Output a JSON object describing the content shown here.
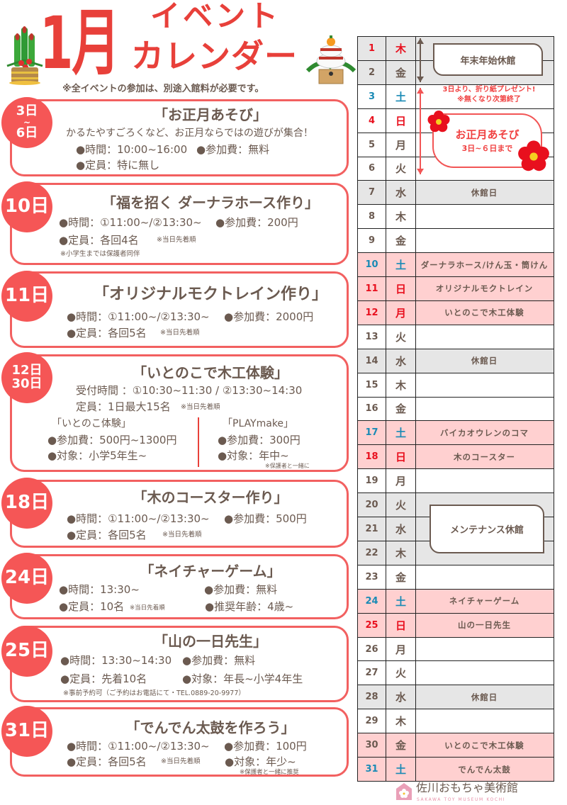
{
  "header": {
    "month": "1月",
    "title_line1": "イベント",
    "title_line2": "カレンダー",
    "notice": "※全イベントの参加は、別途入館料が必要です。"
  },
  "colors": {
    "accent_red": "#e8403a",
    "badge": "#f55656",
    "text_brown": "#6b5a50",
    "closed_gray": "#e6e6e6",
    "event_pink": "#ffd0d0",
    "saturday_blue": "#1a8ab5",
    "sunday_red": "#e8101e"
  },
  "events": [
    {
      "badge": [
        "3日",
        "~",
        "6日"
      ],
      "title": "「お正月あそび」",
      "desc": "かるたやすごろくなど、お正月ならではの遊びが集合！",
      "time": "●時間：10:00~16:00",
      "fee": "●参加費：無料",
      "capacity": "●定員：特に無し"
    },
    {
      "badge": [
        "10日"
      ],
      "title": "「福を招く ダーナラホース作り」",
      "time": "●時間：①11:00~/②13:30~",
      "fee": "●参加費：200円",
      "capacity": "●定員：各回4名",
      "capacity_note": "※当日先着順",
      "note": "※小学生までは保護者同伴"
    },
    {
      "badge": [
        "11日"
      ],
      "title": "「オリジナルモクトレイン作り」",
      "time": "●時間：①11:00~/②13:30~",
      "fee": "●参加費：2000円",
      "capacity": "●定員：各回5名",
      "capacity_note": "※当日先着順"
    },
    {
      "badge": [
        "12日",
        "30日"
      ],
      "title": "「いとのこで木工体験」",
      "reception": "受付時間 ：①10:30~11:30 / ②13:30~14:30",
      "capacity": "定員：1日最大15名",
      "capacity_note": "※当日先着順",
      "left": {
        "name": "「いとのこ体験」",
        "fee": "●参加費：500円~1300円",
        "target": "●対象：小学5年生~"
      },
      "right": {
        "name": "「PLAYmake」",
        "fee": "●参加費：300円",
        "target": "●対象：年中~",
        "note": "※保護者と一緒に"
      }
    },
    {
      "badge": [
        "18日"
      ],
      "title": "「木のコースター作り」",
      "time": "●時間：①11:00~/②13:30~",
      "fee": "●参加費：500円",
      "capacity": "●定員：各回5名",
      "capacity_note": "※当日先着順"
    },
    {
      "badge": [
        "24日"
      ],
      "title": "「ネイチャーゲーム」",
      "time": "●時間：13:30~",
      "fee": "●参加費：無料",
      "capacity": "●定員：10名",
      "capacity_note": "※当日先着順",
      "age": "●推奨年齢：4歳~"
    },
    {
      "badge": [
        "25日"
      ],
      "title": "「山の一日先生」",
      "time": "●時間：13:30~14:30",
      "fee": "●参加費：無料",
      "capacity": "●定員：先着10名",
      "target": "●対象：年長~小学4年生",
      "note": "※事前予約可（ご予約はお電話にて・TEL.0889-20-9977）"
    },
    {
      "badge": [
        "31日"
      ],
      "title": "「でんでん太鼓を作ろう」",
      "time": "●時間：①11:00~/②13:30~",
      "fee": "●参加費：100円",
      "capacity": "●定員：各回5名",
      "capacity_note": "※当日先着順",
      "target": "●対象：年少~",
      "note": "※保護者と一緒に推奨"
    }
  ],
  "calendar": {
    "rows": [
      {
        "d": "1",
        "w": "木",
        "type": "closed",
        "dc": "sun",
        "e": ""
      },
      {
        "d": "2",
        "w": "金",
        "type": "closed",
        "dc": "",
        "e": ""
      },
      {
        "d": "3",
        "w": "土",
        "type": "",
        "dc": "sat",
        "e": ""
      },
      {
        "d": "4",
        "w": "日",
        "type": "",
        "dc": "sun",
        "e": ""
      },
      {
        "d": "5",
        "w": "月",
        "type": "",
        "dc": "",
        "e": ""
      },
      {
        "d": "6",
        "w": "火",
        "type": "",
        "dc": "",
        "e": ""
      },
      {
        "d": "7",
        "w": "水",
        "type": "closed",
        "dc": "",
        "e": "休館日"
      },
      {
        "d": "8",
        "w": "木",
        "type": "",
        "dc": "",
        "e": ""
      },
      {
        "d": "9",
        "w": "金",
        "type": "",
        "dc": "",
        "e": ""
      },
      {
        "d": "10",
        "w": "土",
        "type": "event",
        "dc": "sat",
        "e": "ダーナラホース/けん玉・筒けん"
      },
      {
        "d": "11",
        "w": "日",
        "type": "event",
        "dc": "sun",
        "e": "オリジナルモクトレイン"
      },
      {
        "d": "12",
        "w": "月",
        "type": "event",
        "dc": "sun",
        "e": "いとのこで木工体験"
      },
      {
        "d": "13",
        "w": "火",
        "type": "",
        "dc": "",
        "e": ""
      },
      {
        "d": "14",
        "w": "水",
        "type": "closed",
        "dc": "",
        "e": "休館日"
      },
      {
        "d": "15",
        "w": "木",
        "type": "",
        "dc": "",
        "e": ""
      },
      {
        "d": "16",
        "w": "金",
        "type": "",
        "dc": "",
        "e": ""
      },
      {
        "d": "17",
        "w": "土",
        "type": "event",
        "dc": "sat",
        "e": "バイカオウレンのコマ"
      },
      {
        "d": "18",
        "w": "日",
        "type": "event",
        "dc": "sun",
        "e": "木のコースター"
      },
      {
        "d": "19",
        "w": "月",
        "type": "",
        "dc": "",
        "e": ""
      },
      {
        "d": "20",
        "w": "火",
        "type": "closed",
        "dc": "",
        "e": ""
      },
      {
        "d": "21",
        "w": "水",
        "type": "closed",
        "dc": "",
        "e": ""
      },
      {
        "d": "22",
        "w": "木",
        "type": "closed",
        "dc": "",
        "e": ""
      },
      {
        "d": "23",
        "w": "金",
        "type": "",
        "dc": "",
        "e": ""
      },
      {
        "d": "24",
        "w": "土",
        "type": "event",
        "dc": "sat",
        "e": "ネイチャーゲーム"
      },
      {
        "d": "25",
        "w": "日",
        "type": "event",
        "dc": "sun",
        "e": "山の一日先生"
      },
      {
        "d": "26",
        "w": "月",
        "type": "",
        "dc": "",
        "e": ""
      },
      {
        "d": "27",
        "w": "火",
        "type": "",
        "dc": "",
        "e": ""
      },
      {
        "d": "28",
        "w": "水",
        "type": "closed",
        "dc": "",
        "e": "休館日"
      },
      {
        "d": "29",
        "w": "木",
        "type": "",
        "dc": "",
        "e": ""
      },
      {
        "d": "30",
        "w": "金",
        "type": "event",
        "dc": "",
        "e": "いとのこで木工体験"
      },
      {
        "d": "31",
        "w": "土",
        "type": "event",
        "dc": "sat",
        "e": "でんでん太鼓"
      }
    ],
    "new_year_closure": "年末年始休館",
    "origami_note1": "3日より、折り紙プレゼント!",
    "origami_note2": "※無くなり次第終了",
    "oshogatsu_title": "お正月あそび",
    "oshogatsu_dates": "3日~６日まで",
    "maintenance_closure": "メンテナンス休館"
  },
  "footer": {
    "logo_name": "佐川おもちゃ美術館",
    "logo_sub": "SAKAWA TOY MUSEUM KOCHI"
  },
  "icons": [
    "kadomatsu-illustration",
    "kagami-mochi-illustration",
    "plum-blossom-icon",
    "double-arrow-icon",
    "museum-logo-icon"
  ]
}
